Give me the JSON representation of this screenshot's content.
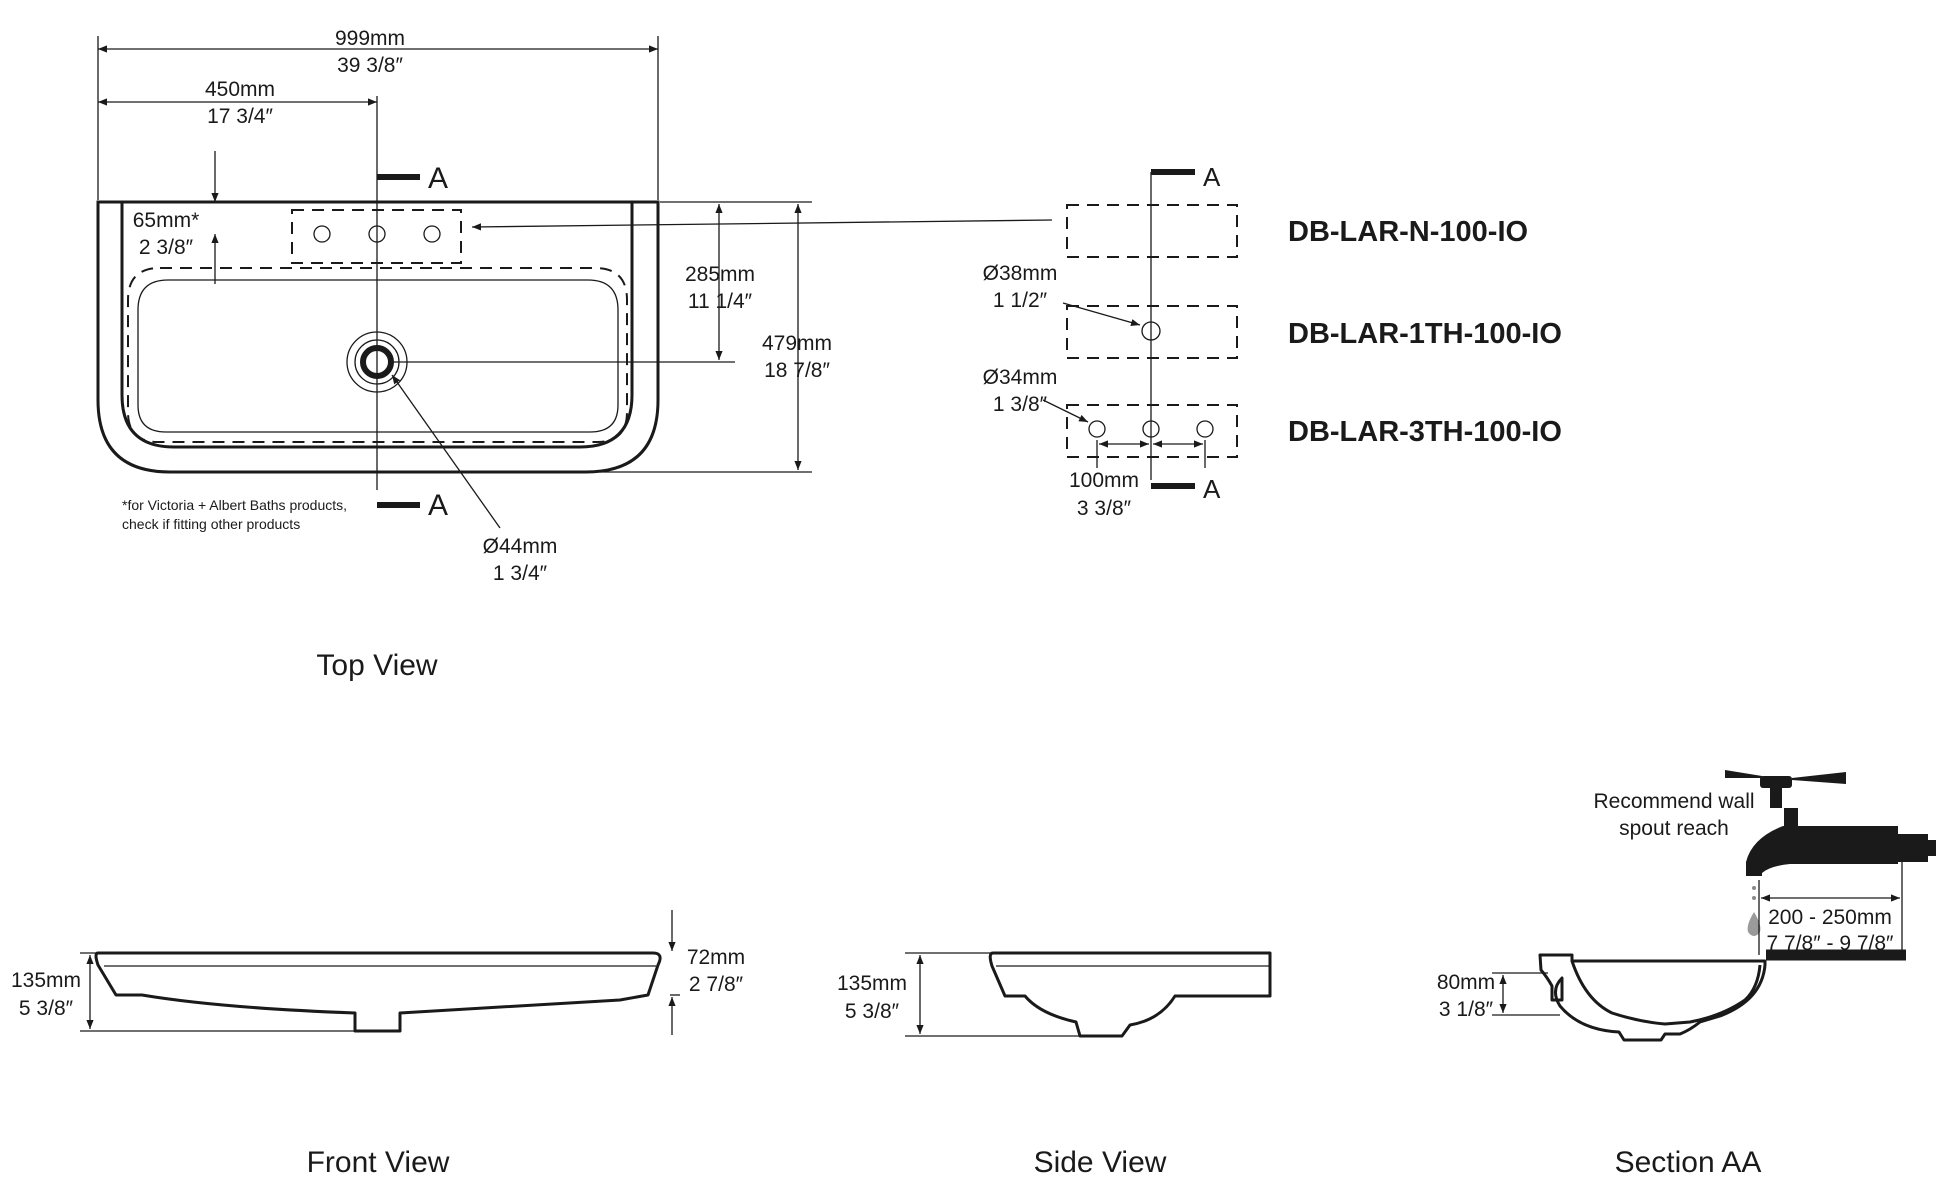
{
  "top_view": {
    "overall_width_mm": "999mm",
    "overall_width_in": "39 3/8″",
    "center_offset_mm": "450mm",
    "center_offset_in": "17 3/4″",
    "taphole_setback_mm": "65mm*",
    "taphole_setback_in": "2 3/8″",
    "waste_position_mm": "285mm",
    "waste_position_in": "11 1/4″",
    "overall_depth_mm": "479mm",
    "overall_depth_in": "18 7/8″",
    "waste_diameter_mm": "Ø44mm",
    "waste_diameter_in": "1 3/4″",
    "footnote_line1": "*for Victoria + Albert Baths products,",
    "footnote_line2": "check if fitting other products",
    "section_marker": "A",
    "title": "Top View"
  },
  "taphole_options": {
    "section_marker": "A",
    "variants": [
      {
        "code": "DB-LAR-N-100-IO"
      },
      {
        "code": "DB-LAR-1TH-100-IO"
      },
      {
        "code": "DB-LAR-3TH-100-IO"
      }
    ],
    "single_hole_dia_mm": "Ø38mm",
    "single_hole_dia_in": "1 1/2″",
    "three_hole_dia_mm": "Ø34mm",
    "three_hole_dia_in": "1 3/8″",
    "hole_spacing_mm": "100mm",
    "hole_spacing_in": "3 3/8″"
  },
  "front_view": {
    "total_height_mm": "135mm",
    "total_height_in": "5 3/8″",
    "rim_height_mm": "72mm",
    "rim_height_in": "2 7/8″",
    "title": "Front View"
  },
  "side_view": {
    "total_height_mm": "135mm",
    "total_height_in": "5 3/8″",
    "title": "Side View"
  },
  "section_aa": {
    "recommend_line1": "Recommend wall",
    "recommend_line2": "spout reach",
    "reach_mm": "200 - 250mm",
    "reach_in": "7 7/8″ - 9 7/8″",
    "overflow_height_mm": "80mm",
    "overflow_height_in": "3 1/8″",
    "title": "Section AA"
  }
}
